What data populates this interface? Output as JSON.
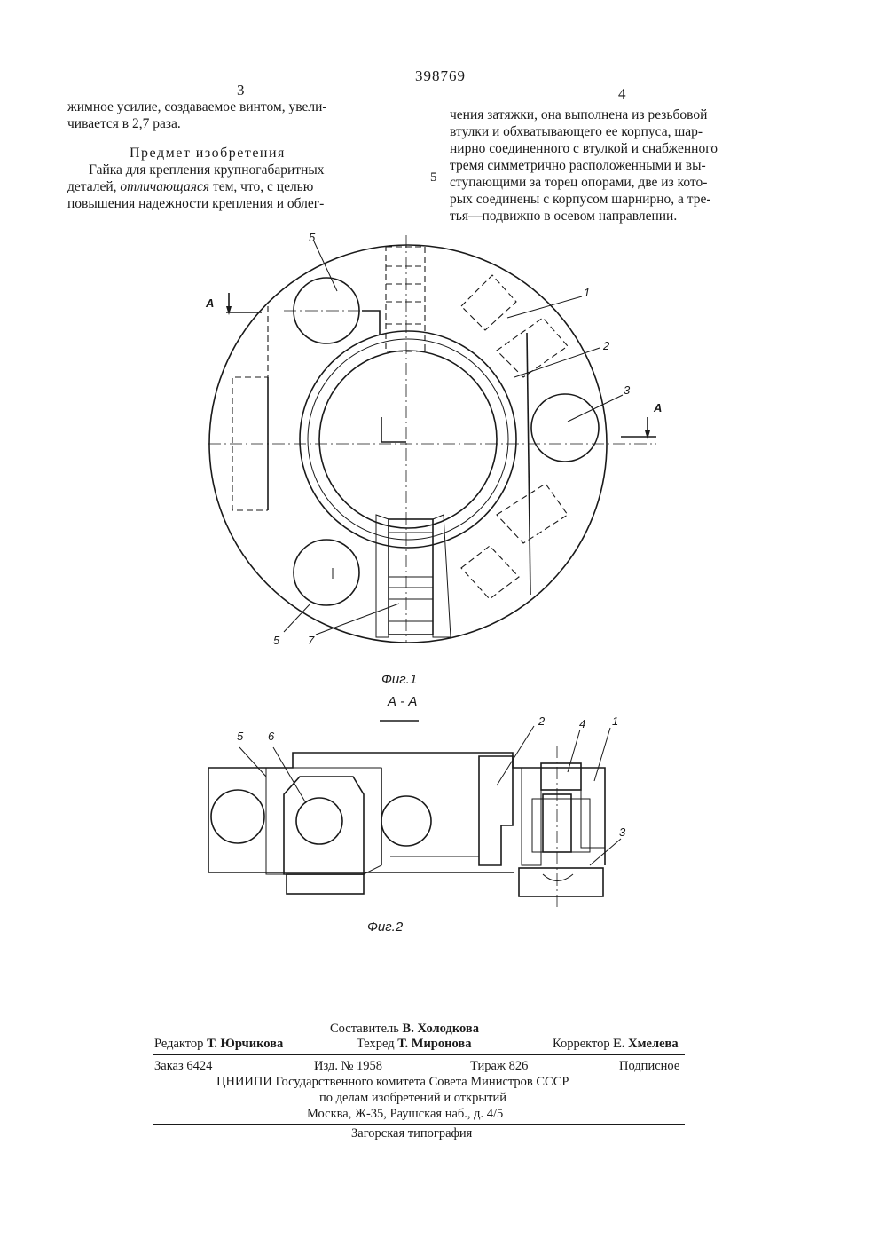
{
  "header": {
    "patent_number": "398769",
    "col_left": "3",
    "col_right": "4",
    "line_marker": "5"
  },
  "left_column": {
    "lines": [
      "жимное усилие, создаваемое винтом, увели-",
      "чивается в 2,7 раза."
    ],
    "heading": "Предмет изобретения",
    "claim_lines": [
      "Гайка для крепления крупногабаритных",
      "деталей, отличающаяся тем, что, с целью",
      "повышения надежности крепления и облег-"
    ],
    "claim_italic": "отличающаяся"
  },
  "right_column": {
    "lines": [
      "чения затяжки, она выполнена из резьбовой",
      "втулки и обхватывающего ее корпуса, шар-",
      "нирно соединенного с втулкой и снабженного",
      "тремя симметрично расположенными и вы-",
      "ступающими за торец опорами, две из кото-",
      "рых соединены с корпусом шарнирно, а тре-",
      "тья—подвижно в осевом направлении."
    ]
  },
  "figure1": {
    "caption": "Фиг.1",
    "labels": {
      "l5_top": "5",
      "l1": "1",
      "l2": "2",
      "l3": "3",
      "l5_bottom": "5",
      "l7": "7",
      "section_a_left": "А",
      "section_a_right": "А"
    }
  },
  "figure2": {
    "section_title": "А - А",
    "caption": "Фиг.2",
    "labels": {
      "l5": "5",
      "l6": "6",
      "l2": "2",
      "l4": "4",
      "l1": "1",
      "l3": "3"
    }
  },
  "footer": {
    "compiler_label": "Составитель",
    "compiler": "В. Холодкова",
    "editor_label": "Редактор",
    "editor": "Т. Юрчикова",
    "techred_label": "Техред",
    "techred": "Т. Миронова",
    "corrector_label": "Корректор",
    "corrector": "Е. Хмелева",
    "order": "Заказ 6424",
    "edition": "Изд. № 1958",
    "circulation": "Тираж 826",
    "subscription": "Подписное",
    "org_line1": "ЦНИИПИ Государственного комитета Совета Министров СССР",
    "org_line2": "по делам изобретений и открытий",
    "org_line3": "Москва, Ж-35, Раушская наб., д. 4/5",
    "printer": "Загорская типография"
  }
}
